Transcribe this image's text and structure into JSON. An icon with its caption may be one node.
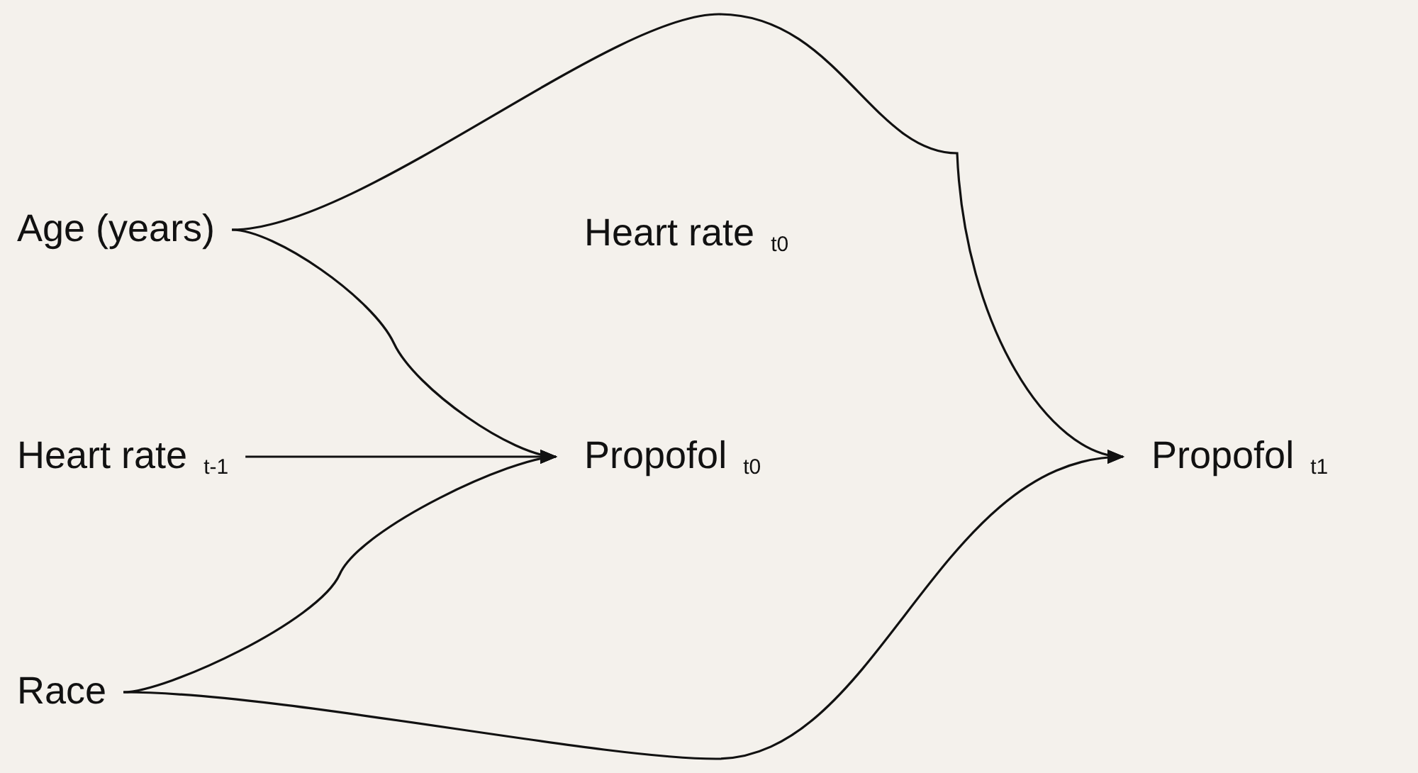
{
  "diagram": {
    "nodes": [
      {
        "text": [
          "Age (years)"
        ]
      },
      {
        "text": [
          "Heart rate $_{t0}$"
        ]
      },
      {
        "text": [
          "Heart rate $_{t-1}$"
        ]
      },
      {
        "text": [
          "Propofol $_{t0}$"
        ]
      },
      {
        "text": [
          "Propofol $_{t1}$"
        ]
      },
      {
        "text": [
          "Race"
        ]
      }
    ],
    "edges": [
      {
        "from": 0,
        "to": 3,
        "arrow": "to"
      },
      {
        "from": 0,
        "to": 4,
        "arrow": "to"
      },
      {
        "from": 2,
        "to": 3,
        "arrow": "to"
      },
      {
        "from": 5,
        "to": 3,
        "arrow": "to"
      },
      {
        "from": 5,
        "to": 4,
        "arrow": "to"
      }
    ]
  }
}
